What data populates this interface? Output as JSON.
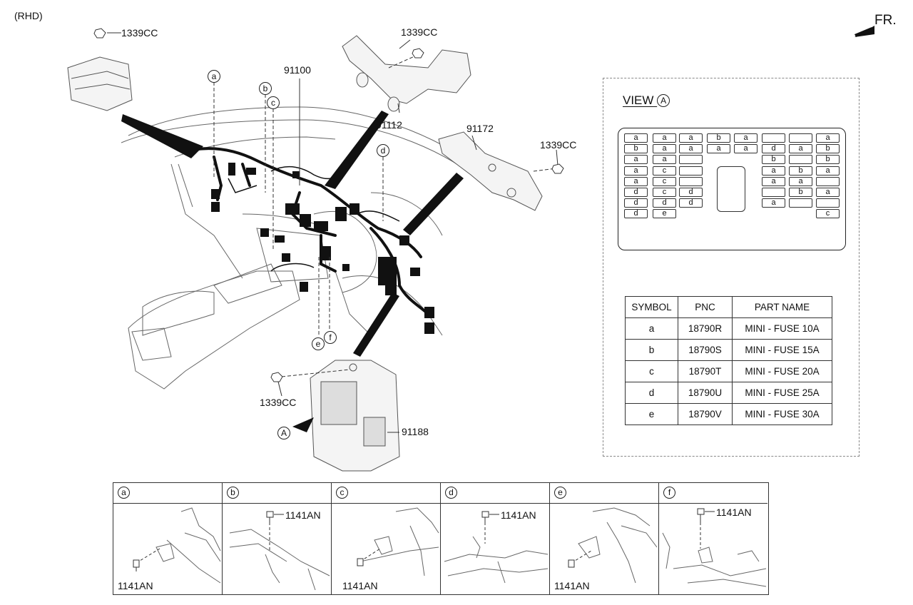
{
  "rhd_label": "(RHD)",
  "front_label": "FR.",
  "part_labels": {
    "nut_top_left": "1339CC",
    "nut_top_center": "1339CC",
    "nut_right": "1339CC",
    "nut_bottom": "1339CC",
    "harness_main": "91100",
    "bracket": "91112",
    "harness_side": "91172",
    "junction_box": "91188"
  },
  "callouts": [
    "a",
    "b",
    "c",
    "d",
    "e",
    "f"
  ],
  "view_arrow_label": "A",
  "view": {
    "title": "VIEW",
    "symbol": "A",
    "grid_rows": [
      [
        "a",
        "a",
        "a",
        "b",
        "a",
        "",
        "",
        "a"
      ],
      [
        "b",
        "a",
        "a",
        "a",
        "a",
        "d",
        "a",
        "b"
      ],
      [
        "a",
        "a",
        "",
        "",
        "",
        "b",
        "",
        "b"
      ],
      [
        "a",
        "c",
        "",
        "",
        "",
        "a",
        "b",
        "a"
      ],
      [
        "a",
        "c",
        "",
        "",
        "",
        "a",
        "a",
        ""
      ],
      [
        "d",
        "c",
        "d",
        "",
        "",
        "",
        "b",
        "a"
      ],
      [
        "d",
        "d",
        "d",
        "",
        "",
        "a",
        "",
        ""
      ],
      [
        "d",
        "e",
        "",
        "",
        "",
        "",
        "",
        "c"
      ]
    ]
  },
  "table": {
    "headers": [
      "SYMBOL",
      "PNC",
      "PART NAME"
    ],
    "rows": [
      [
        "a",
        "18790R",
        "MINI - FUSE 10A"
      ],
      [
        "b",
        "18790S",
        "MINI - FUSE 15A"
      ],
      [
        "c",
        "18790T",
        "MINI - FUSE 20A"
      ],
      [
        "d",
        "18790U",
        "MINI - FUSE 25A"
      ],
      [
        "e",
        "18790V",
        "MINI - FUSE 30A"
      ]
    ]
  },
  "details": [
    {
      "symbol": "a",
      "bolt_label": "1141AN"
    },
    {
      "symbol": "b",
      "bolt_label": "1141AN"
    },
    {
      "symbol": "c",
      "bolt_label": "1141AN"
    },
    {
      "symbol": "d",
      "bolt_label": "1141AN"
    },
    {
      "symbol": "e",
      "bolt_label": "1141AN"
    },
    {
      "symbol": "f",
      "bolt_label": "1141AN"
    }
  ]
}
